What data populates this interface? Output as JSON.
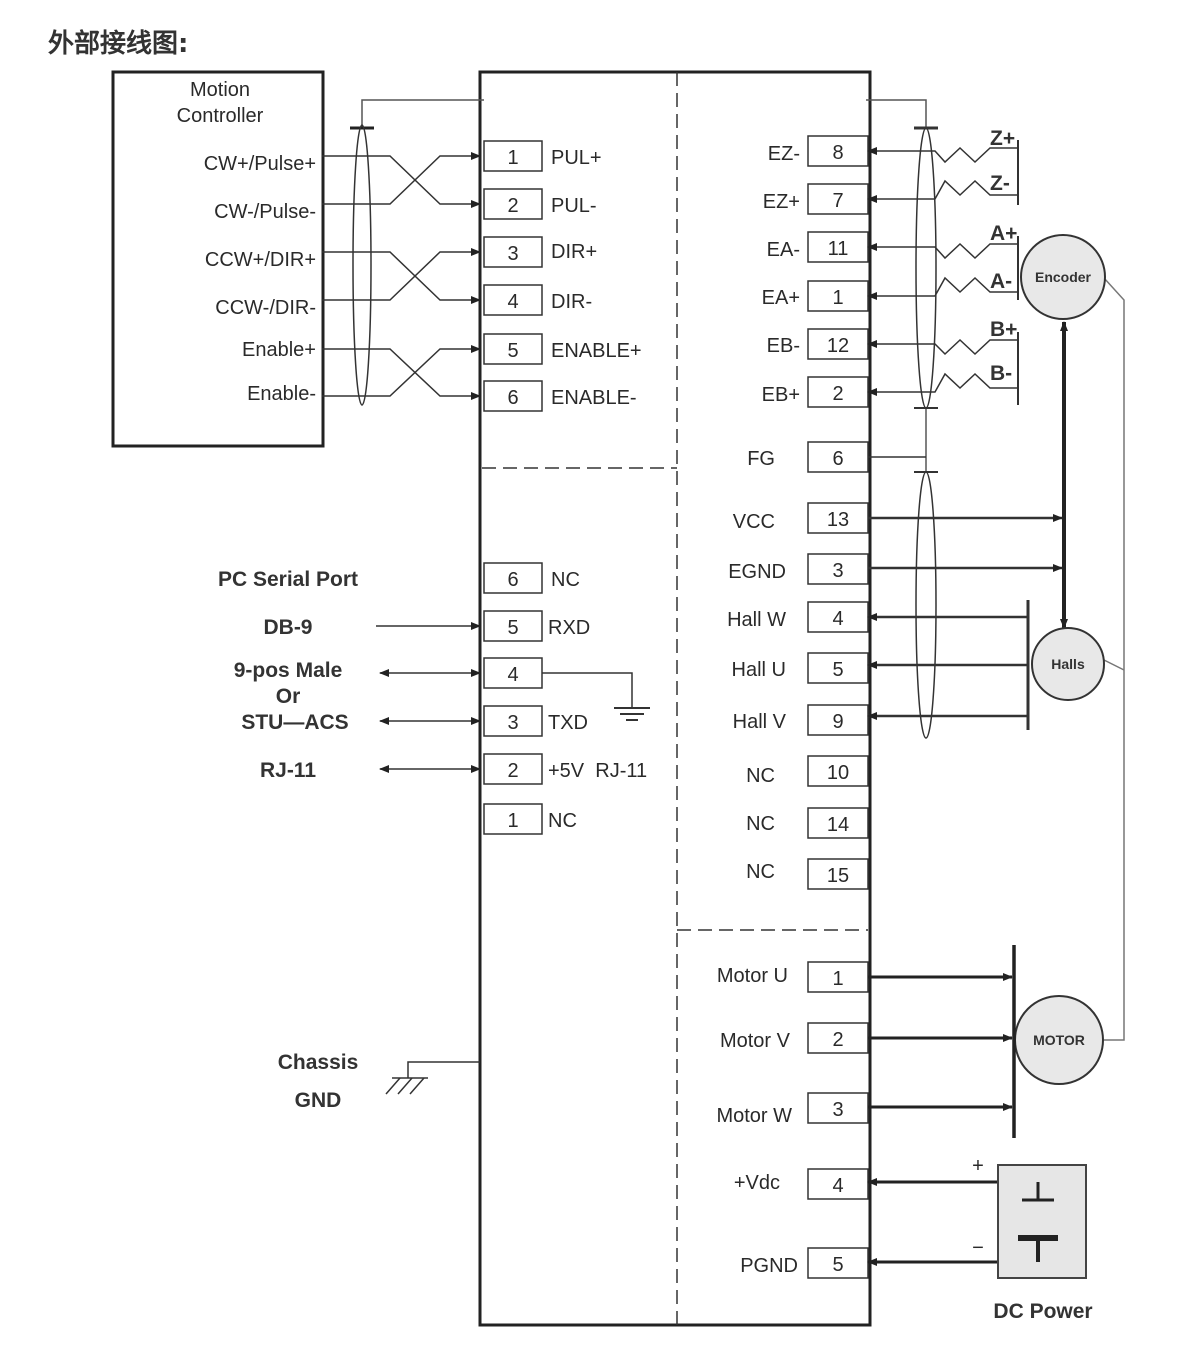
{
  "title": "外部接线图:",
  "controller": {
    "label_line1": "Motion",
    "label_line2": "Controller"
  },
  "controller_signals": [
    "CW+/Pulse+",
    "CW-/Pulse-",
    "CCW+/DIR+",
    "CCW-/DIR-",
    "Enable+",
    "Enable-"
  ],
  "control_pins": [
    {
      "num": "1",
      "name": "PUL+"
    },
    {
      "num": "2",
      "name": "PUL-"
    },
    {
      "num": "3",
      "name": "DIR+"
    },
    {
      "num": "4",
      "name": "DIR-"
    },
    {
      "num": "5",
      "name": "ENABLE+"
    },
    {
      "num": "6",
      "name": "ENABLE-"
    }
  ],
  "pc_labels": [
    "PC Serial Port",
    "DB-9",
    "9-pos Male",
    "Or",
    "STU—ACS",
    "RJ-11"
  ],
  "serial_pins": [
    {
      "num": "6",
      "name": "NC"
    },
    {
      "num": "5",
      "name": "RXD"
    },
    {
      "num": "4",
      "name": ""
    },
    {
      "num": "3",
      "name": "TXD"
    },
    {
      "num": "2",
      "name": "+5V  RJ-11"
    },
    {
      "num": "1",
      "name": "NC"
    }
  ],
  "chassis_gnd": {
    "line1": "Chassis",
    "line2": "GND"
  },
  "encoder_pins": [
    {
      "name": "EZ-",
      "num": "8"
    },
    {
      "name": "EZ+",
      "num": "7"
    },
    {
      "name": "EA-",
      "num": "11"
    },
    {
      "name": "EA+",
      "num": "1"
    },
    {
      "name": "EB-",
      "num": "12"
    },
    {
      "name": "EB+",
      "num": "2"
    },
    {
      "name": "FG",
      "num": "6"
    },
    {
      "name": "VCC",
      "num": "13"
    },
    {
      "name": "EGND",
      "num": "3"
    },
    {
      "name": "Hall W",
      "num": "4"
    },
    {
      "name": "Hall U",
      "num": "5"
    },
    {
      "name": "Hall V",
      "num": "9"
    },
    {
      "name": "NC",
      "num": "10"
    },
    {
      "name": "NC",
      "num": "14"
    },
    {
      "name": "NC",
      "num": "15"
    }
  ],
  "encoder_wire_labels": [
    "Z+",
    "Z-",
    "A+",
    "A-",
    "B+",
    "B-"
  ],
  "power_pins": [
    {
      "name": "Motor U",
      "num": "1"
    },
    {
      "name": "Motor V",
      "num": "2"
    },
    {
      "name": "Motor W",
      "num": "3"
    },
    {
      "name": "+Vdc",
      "num": "4"
    },
    {
      "name": "PGND",
      "num": "5"
    }
  ],
  "devices": {
    "encoder": "Encoder",
    "halls": "Halls",
    "motor": "MOTOR"
  },
  "dc_power": {
    "label": "DC Power",
    "plus": "+",
    "minus": "−"
  }
}
